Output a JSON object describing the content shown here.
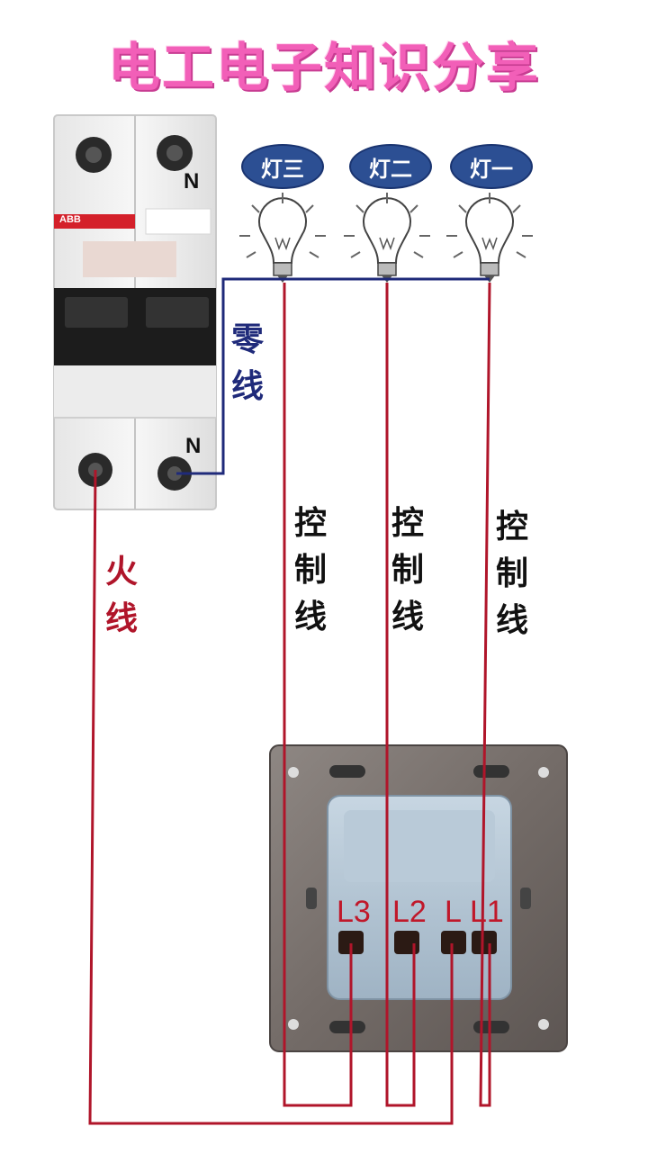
{
  "title": "电工电子知识分享",
  "lamps": [
    {
      "label": "灯三"
    },
    {
      "label": "灯二"
    },
    {
      "label": "灯一"
    }
  ],
  "breaker": {
    "brand": "ABB",
    "neutral_mark_top": "N",
    "neutral_mark_bottom": "N"
  },
  "wires": {
    "neutral": {
      "label_1": "零",
      "label_2": "线",
      "color": "#1f2a7a"
    },
    "live": {
      "label_1": "火",
      "label_2": "线",
      "color": "#b0152a"
    },
    "control": [
      {
        "label_1": "控",
        "label_2": "制",
        "label_3": "线"
      },
      {
        "label_1": "控",
        "label_2": "制",
        "label_3": "线"
      },
      {
        "label_1": "控",
        "label_2": "制",
        "label_3": "线"
      }
    ]
  },
  "switch_terminals": [
    {
      "label": "L3"
    },
    {
      "label": "L2"
    },
    {
      "label": "L"
    },
    {
      "label": "L1"
    }
  ],
  "colors": {
    "title": "#f25fb8",
    "badge": "#2c4f93",
    "wire_red": "#b0152a",
    "wire_blue": "#1f2a7a"
  }
}
